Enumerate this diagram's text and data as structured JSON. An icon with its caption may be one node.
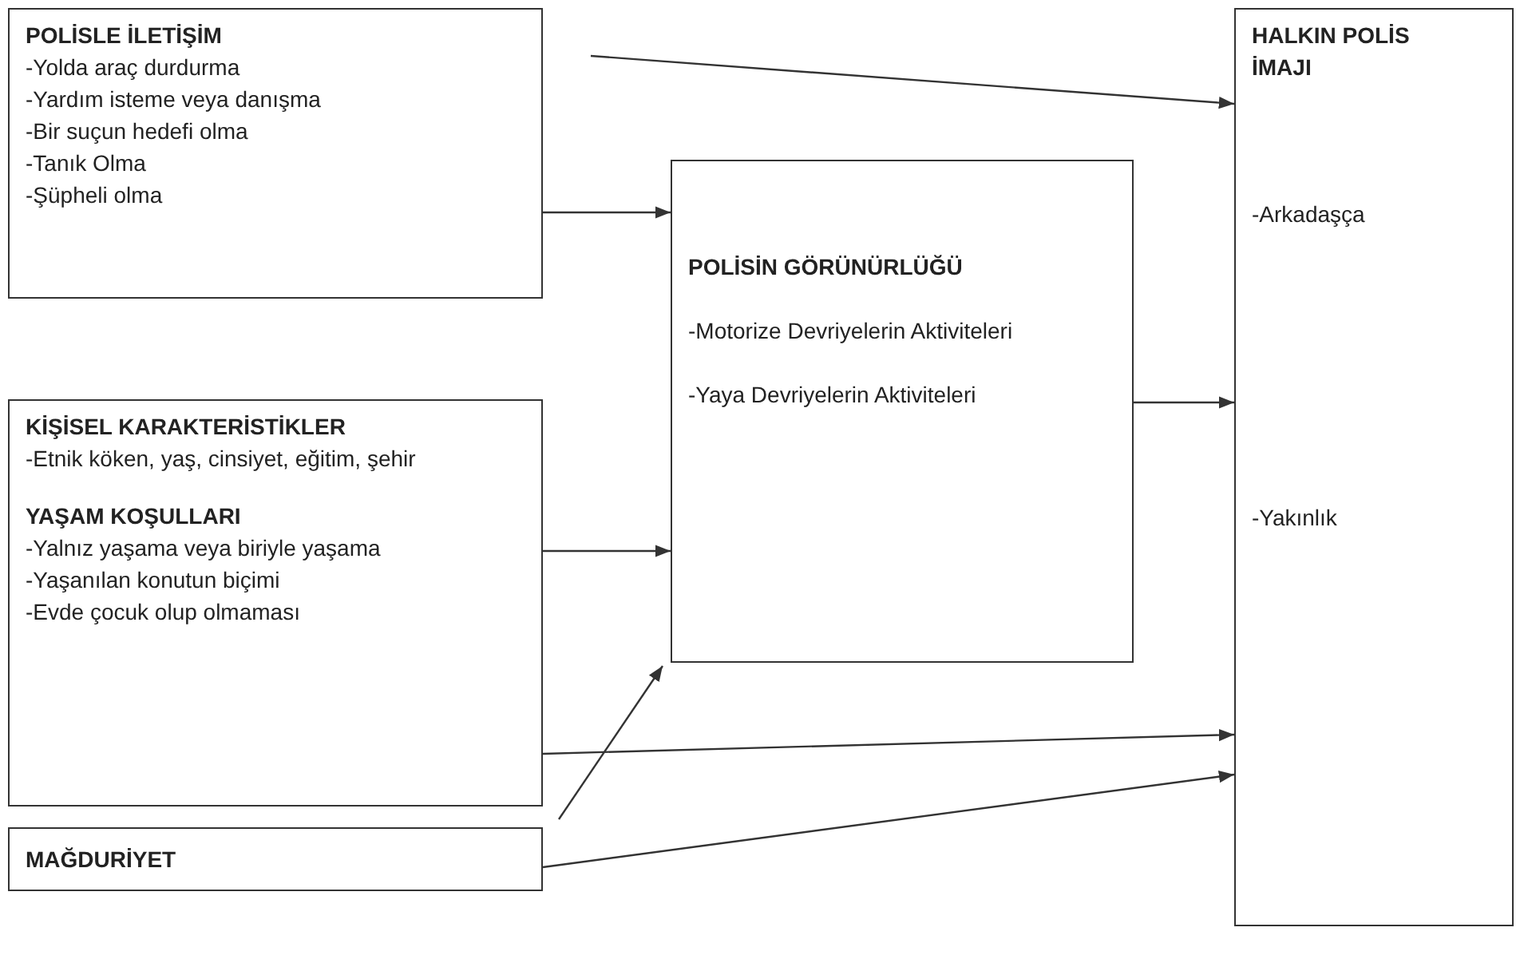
{
  "diagram": {
    "nodes": [
      {
        "text": [
          "POLİSLE İLETİŞİM",
          "-Yolda araç durdurma",
          "-Yardım isteme veya danışma",
          "-Bir suçun hedefi olma",
          "-Tanık Olma",
          "-Şüpheli olma"
        ]
      },
      {
        "text": [
          "KİŞİSEL KARAKTERİSTİKLER",
          "-Etnik köken, yaş, cinsiyet, eğitim, şehir",
          "YAŞAM KOŞULLARI",
          "-Yalnız yaşama veya biriyle yaşama",
          "-Yaşanılan konutun biçimi",
          "-Evde çocuk olup olmaması"
        ]
      },
      {
        "text": [
          "MAĞDURİYET"
        ]
      },
      {
        "text": [
          "POLİSİN GÖRÜNÜRLÜĞÜ",
          "-Motorize Devriyelerin Aktiviteleri",
          "-Yaya Devriyelerin Aktiviteleri"
        ]
      },
      {
        "text": [
          "HALKIN POLİS İMAJI",
          "-Arkadaşça",
          "-Yakınlık"
        ]
      }
    ],
    "edges": [
      {
        "from": 0,
        "to": 4,
        "arrow": "to"
      },
      {
        "from": 0,
        "to": 3,
        "arrow": "to"
      },
      {
        "from": 3,
        "to": 4,
        "arrow": "to"
      },
      {
        "from": 1,
        "to": 3,
        "arrow": "to"
      },
      {
        "from": 1,
        "to": 4,
        "arrow": "to"
      },
      {
        "from": 2,
        "to": 3,
        "arrow": "to"
      },
      {
        "from": 2,
        "to": 4,
        "arrow": "to"
      }
    ]
  }
}
